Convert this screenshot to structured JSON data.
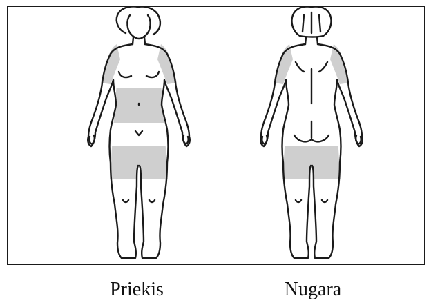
{
  "captions": {
    "front": "Priekis",
    "back": "Nugara"
  },
  "colors": {
    "outline": "#1a1a1a",
    "highlight": "#cfcfcf",
    "background": "#ffffff"
  },
  "figures": [
    {
      "view": "front",
      "highlighted_areas": [
        "shoulders",
        "upper-arms",
        "abdomen-waist",
        "thighs"
      ]
    },
    {
      "view": "back",
      "highlighted_areas": [
        "shoulders",
        "upper-arms",
        "thighs"
      ]
    }
  ]
}
